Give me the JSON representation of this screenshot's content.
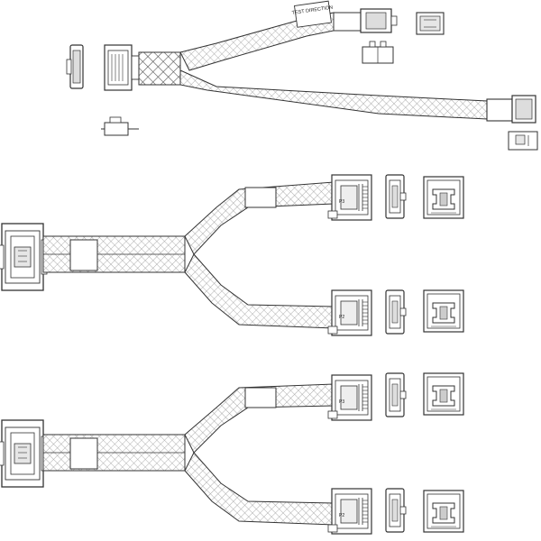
{
  "labels": {
    "test_direction": "TEST DIRECTION",
    "p3": "P3",
    "p2": "P2"
  },
  "colors": {
    "line": "#333333",
    "mesh": "#9a9a9a",
    "background": "#ffffff"
  }
}
